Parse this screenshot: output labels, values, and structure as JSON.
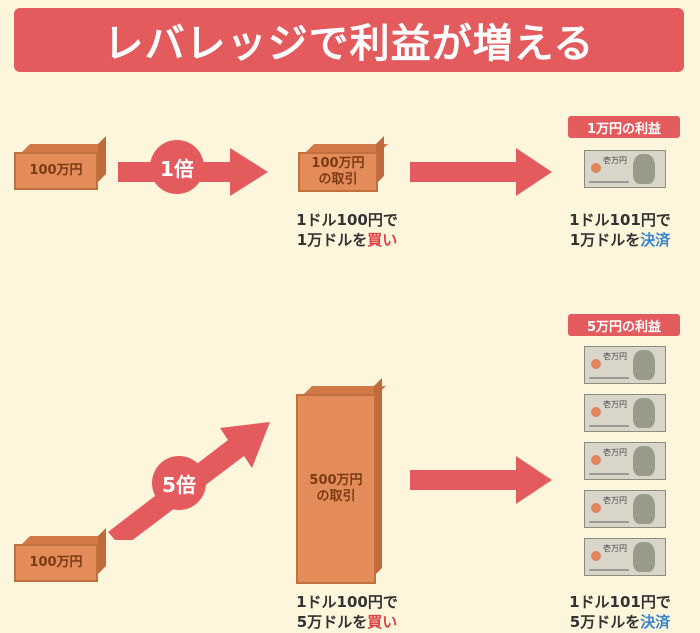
{
  "title": "レバレッジで利益が増える",
  "colors": {
    "accent": "#e45b5d",
    "box": "#e48c59",
    "buy": "#e04040",
    "settle": "#3a86c8",
    "background": "#fdf5dc"
  },
  "row1": {
    "start_box": "100万円",
    "multiplier": "1倍",
    "trade_box_line1": "100万円",
    "trade_box_line2": "の取引",
    "buy_caption_line1": "1ドル100円で",
    "buy_caption_line2_pre": "1万ドルを",
    "buy_caption_line2_em": "買い",
    "profit_badge": "1万円の利益",
    "settle_caption_line1": "1ドル101円で",
    "settle_caption_line2_pre": "1万ドルを",
    "settle_caption_line2_em": "決済",
    "banknote_count": 1
  },
  "row2": {
    "start_box": "100万円",
    "multiplier": "5倍",
    "trade_box_line1": "500万円",
    "trade_box_line2": "の取引",
    "buy_caption_line1": "1ドル100円で",
    "buy_caption_line2_pre": "5万ドルを",
    "buy_caption_line2_em": "買い",
    "profit_badge": "5万円の利益",
    "settle_caption_line1": "1ドル101円で",
    "settle_caption_line2_pre": "5万ドルを",
    "settle_caption_line2_em": "決済",
    "banknote_count": 5
  },
  "banknote_label": "壱万円"
}
